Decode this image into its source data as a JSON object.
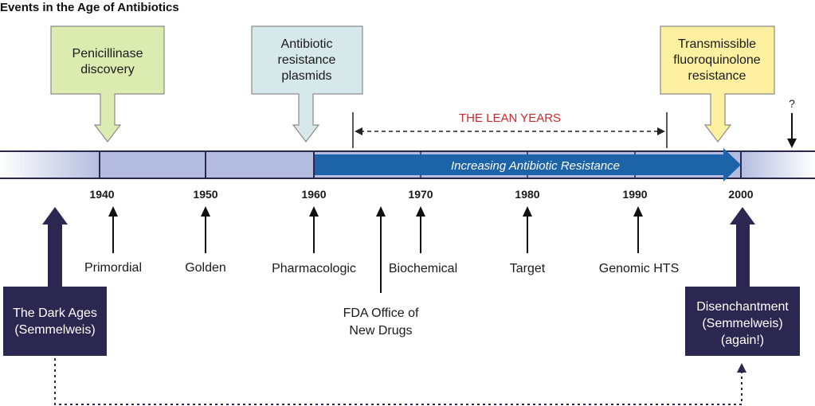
{
  "title": "Events in the Age of Antibiotics",
  "timeline": {
    "years": [
      "1940",
      "1950",
      "1960",
      "1970",
      "1980",
      "1990",
      "2000"
    ],
    "band_label": "THE LEAN YEARS",
    "resistance_label": "Increasing Antibiotic Resistance",
    "question_mark": "?"
  },
  "events": [
    {
      "lines": [
        "Penicillinase",
        "discovery"
      ],
      "color": "#dcebb0"
    },
    {
      "lines": [
        "Antibiotic",
        "resistance",
        "plasmids"
      ],
      "color": "#d6e8ea"
    },
    {
      "lines": [
        "Transmissible",
        "fluoroquinolone",
        "resistance"
      ],
      "color": "#fdf0a0"
    }
  ],
  "eras": {
    "primordial": "Primordial",
    "golden": "Golden",
    "pharmacologic": "Pharmacologic",
    "biochemical": "Biochemical",
    "target": "Target",
    "genomic": "Genomic HTS",
    "fda": [
      "FDA Office of",
      "New Drugs"
    ]
  },
  "dark_ages": [
    "The Dark Ages",
    "(Semmelweis)"
  ],
  "disenchantment": [
    "Disenchantment",
    "(Semmelweis)",
    "(again!)"
  ],
  "colors": {
    "navy": "#2a2850",
    "timeline_fill": "#b4bddf",
    "resistance_arrow": "#1d63a8",
    "lean_red": "#cc2a2a"
  }
}
